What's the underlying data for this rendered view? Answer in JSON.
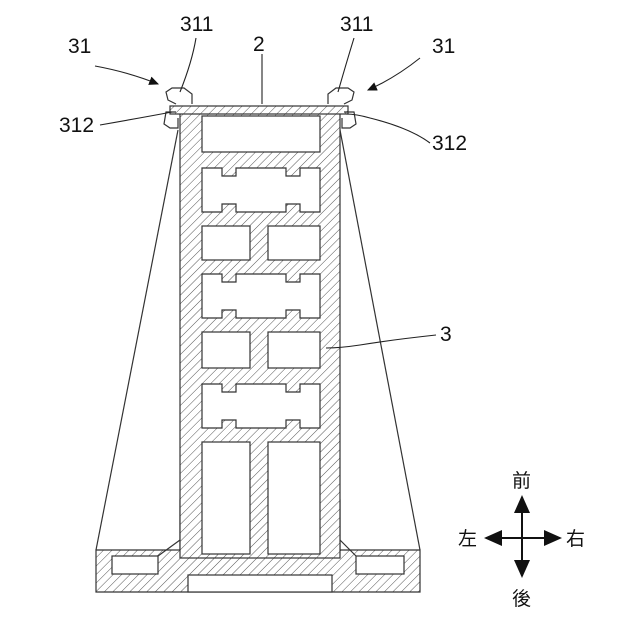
{
  "labels": {
    "clip_left": "31",
    "clip_right": "31",
    "hook_left": "311",
    "hook_right": "311",
    "plate": "2",
    "foot_left": "312",
    "foot_right": "312",
    "body": "3"
  },
  "directions": {
    "front": "前",
    "back": "後",
    "left": "左",
    "right": "右"
  }
}
